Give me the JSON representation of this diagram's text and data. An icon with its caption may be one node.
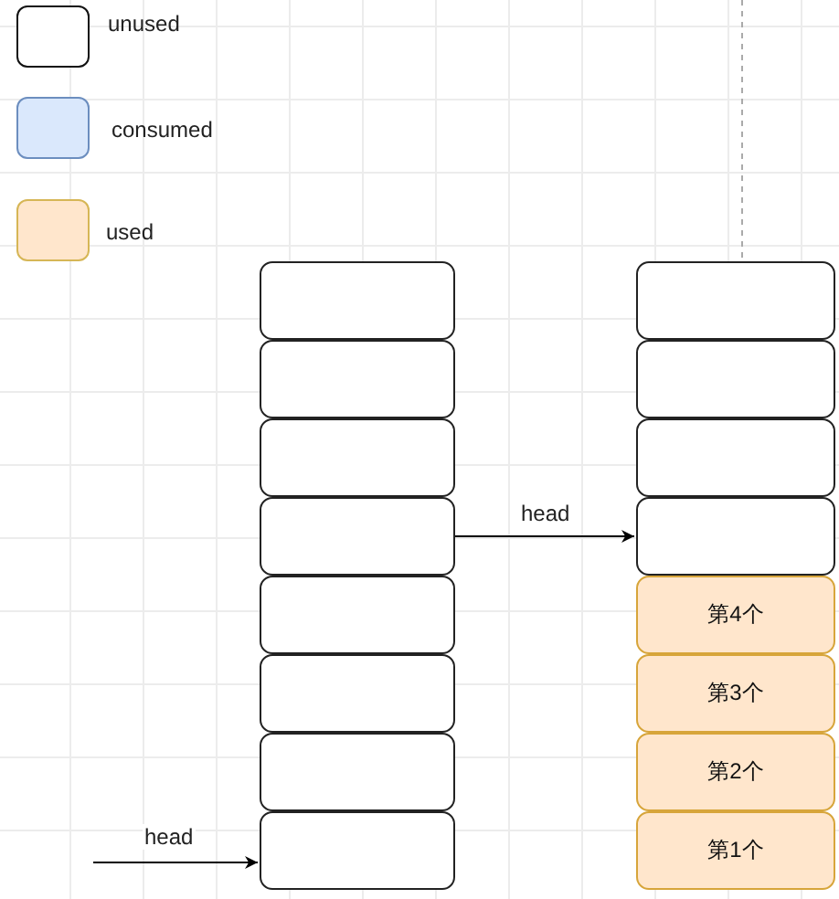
{
  "diagram": {
    "nodes": [
      {
        "text": [],
        "shape": "box"
      },
      {
        "text": [],
        "shape": "box"
      },
      {
        "text": [],
        "shape": "box"
      },
      {
        "text": [],
        "shape": "box"
      },
      {
        "text": [],
        "shape": "box"
      },
      {
        "text": [],
        "shape": "box"
      },
      {
        "text": [],
        "shape": "box"
      },
      {
        "text": [],
        "shape": "box"
      },
      {
        "text": [],
        "shape": "box"
      },
      {
        "text": [],
        "shape": "box"
      },
      {
        "text": [],
        "shape": "box"
      },
      {
        "text": [],
        "shape": "box"
      },
      {
        "text": [
          "第4个"
        ]
      },
      {
        "text": [
          "第3个"
        ]
      },
      {
        "text": [
          "第2个"
        ]
      },
      {
        "text": [
          "第1个"
        ]
      }
    ],
    "edges": [
      {
        "from": 3,
        "to": 11,
        "arrow": "to",
        "label": "head"
      },
      {
        "from": null,
        "to": 7,
        "arrow": "to",
        "label": "head"
      }
    ],
    "legend": [
      {
        "text": "unused",
        "color": "#ffffff"
      },
      {
        "text": "consumed",
        "color": "#dae8fc"
      },
      {
        "text": "used",
        "color": "#ffe6cc"
      }
    ]
  }
}
